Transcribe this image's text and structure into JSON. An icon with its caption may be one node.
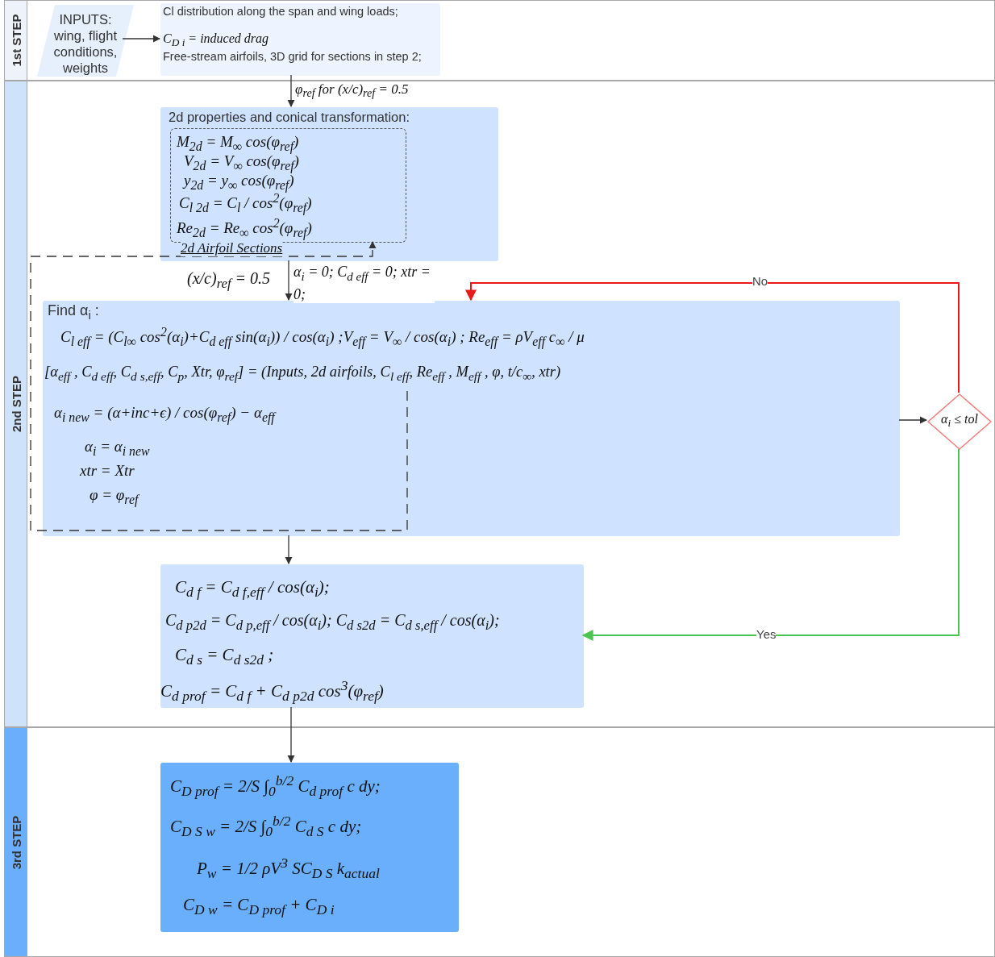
{
  "diagram": {
    "nodes": [
      {
        "text": [
          "1st STEP"
        ]
      },
      {
        "text": [
          "INPUTS: wing, flight conditions, weights"
        ],
        "in": 0
      },
      {
        "text": [
          "Cl distribution along the span and wing loads;",
          "C$_{D i}$ = induced drag",
          "Free-stream airfoils, 3D grid for sections in step 2;"
        ],
        "in": 0
      },
      {
        "text": [
          "2nd STEP"
        ]
      },
      {
        "text": [
          "2d properties and conical transformation:"
        ],
        "in": 3
      },
      {
        "text": [
          "M$_{2d}$ = M$_{∞}$ cos(φ$_{ref}$)",
          "V$_{2d}$ = V$_{∞}$ cos(φ$_{ref}$)",
          "y$_{2d}$ = y$_{∞}$ cos(φ$_{ref}$)",
          "C$_{l 2d}$ = C$_{l}$ / cos$^{2}$(φ$_{ref}$)",
          "Re$_{2d}$ = Re$_{∞}$ cos$^{2}$(φ$_{ref}$)"
        ],
        "in": 4
      },
      {
        "text": [
          "Find α$_{i}$ :",
          "C$_{l eff}$ = (C$_{l∞}$ cos$^{2}$(α$_{i}$)+C$_{d eff}$ sin(α$_{i}$)) / cos(α$_{i}$) ;V$_{eff}$ = V$_{∞}$ / cos(α$_{i}$) ; Re$_{eff}$ = ρV$_{eff}$ c$_{∞}$ / μ",
          "[α$_{eff}$ , C$_{d eff}$, C$_{d s,eff}$, C$_{p}$, Xtr, φ$_{ref}$] = (Inputs, 2d airfoils, C$_{l eff}$, Re$_{eff}$ , M$_{eff}$ , φ, t/c$_{∞}$, xtr)",
          "α$_{i new}$ = (α+inc+ϵ) / cos(φ$_{ref}$) − α$_{eff}$",
          "α$_{i}$ = α$_{i new}$",
          "xtr = Xtr",
          "φ = φ$_{ref}$"
        ],
        "in": 3
      },
      {
        "text": [
          "α$_{i}$ ≤ tol"
        ],
        "in": 3
      },
      {
        "text": [
          "C$_{d f}$ = C$_{d f,eff}$ / cos(α$_{i}$);",
          "C$_{d p2d}$ = C$_{d p,eff}$ / cos(α$_{i}$); C$_{d s2d}$ = C$_{d s,eff}$ / cos(α$_{i}$);",
          "C$_{d s}$ = C$_{d s2d}$ ;",
          "C$_{d prof}$ = C$_{d f}$ + C$_{d p2d}$ cos$^{3}$(φ$_{ref}$)"
        ],
        "in": 3
      },
      {
        "text": [
          "3rd STEP"
        ]
      },
      {
        "text": [
          "C$_{D prof}$ = 2/S ∫$_{0}$$^{b/2}$ C$_{d prof}$ c dy;",
          "C$_{D S w}$ = 2/S ∫$_{0}$$^{b/2}$ C$_{d S}$ c dy;",
          "P$_{w}$ = 1/2 ρV$^{3}$ SC$_{D S}$ k$_{actual}$",
          "C$_{D w}$ = C$_{D prof}$ + C$_{D i}$"
        ],
        "in": 9
      }
    ],
    "edges": [
      {
        "from": 1,
        "to": 2,
        "arrow": "to"
      },
      {
        "from": 2,
        "to": 4,
        "arrow": "to",
        "label": "φ$_{ref}$  for (x/c)$_{ref}$ = 0.5"
      },
      {
        "from": 6,
        "to": 5,
        "arrow": "to",
        "style": "dashed",
        "label": "2d Airfoil Sections"
      },
      {
        "from": 4,
        "to": 6,
        "arrow": "to",
        "label": "α$_{i}$ = 0; C$_{d eff}$ = 0; xtr = 0;"
      },
      {
        "from": 6,
        "to": 7,
        "arrow": "to"
      },
      {
        "from": 7,
        "to": 6,
        "arrow": "to",
        "label": "No",
        "color": "#e81a1a"
      },
      {
        "from": 7,
        "to": 8,
        "arrow": "to",
        "label": "Yes",
        "color": "#4cc552"
      },
      {
        "from": 6,
        "to": 8,
        "arrow": "to"
      },
      {
        "from": 8,
        "to": 10,
        "arrow": "to"
      }
    ],
    "labels": [
      "(x/c)$_{ref}$ = 0.5"
    ]
  }
}
